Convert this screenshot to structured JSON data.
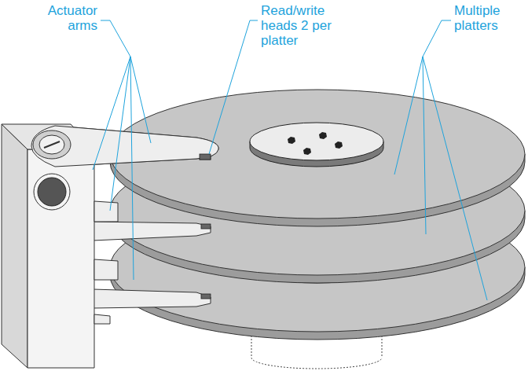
{
  "diagram": {
    "labels": [
      "Actuator arms",
      "Read/write heads 2 per platter",
      "Multiple platters"
    ]
  }
}
